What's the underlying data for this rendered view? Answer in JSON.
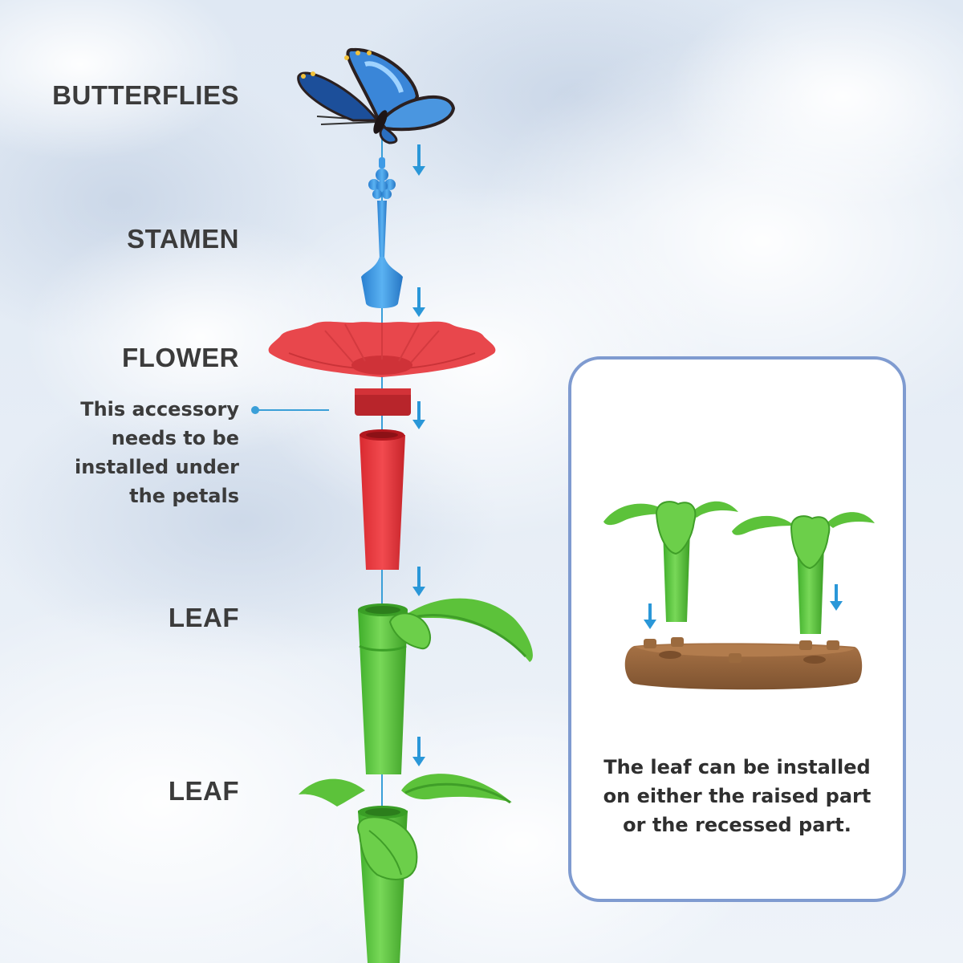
{
  "labels": {
    "butterflies": "BUTTERFLIES",
    "stamen": "STAMEN",
    "flower": "FLOWER",
    "leaf_upper": "LEAF",
    "leaf_lower": "LEAF"
  },
  "flower_note": {
    "lines": [
      "This accessory",
      "needs to be",
      "installed under",
      "the petals"
    ]
  },
  "panel": {
    "lines": [
      "The leaf can be installed",
      "on either the raised part",
      "or the recessed part."
    ]
  },
  "colors": {
    "arrow": "#2a97d8",
    "petal_red": "#e8474c",
    "tube_red": "#ee3a3f",
    "stamen_blue": "#3f9be6",
    "leaf_green": "#5cc23a",
    "soil_brown": "#9b6a3e",
    "panel_border": "#7f9bd0",
    "label_text": "#3b3b3b"
  },
  "icons": [
    "butterfly-icon",
    "down-arrow-icon"
  ]
}
